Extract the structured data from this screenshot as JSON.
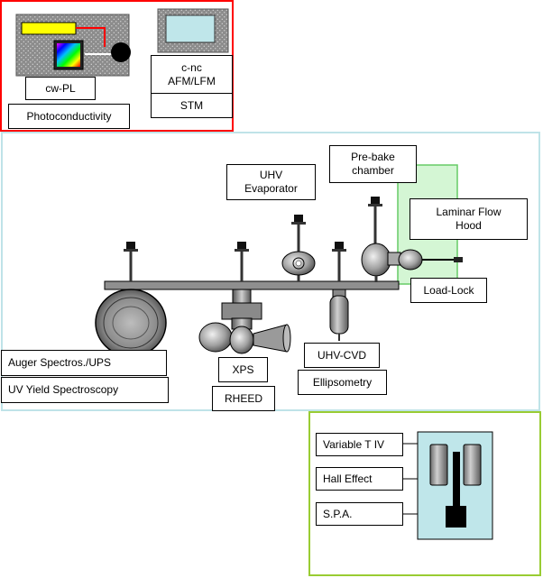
{
  "labels": {
    "cw_pl": "cw-PL",
    "photoconductivity": "Photoconductivity",
    "afm": "c-nc\nAFM/LFM",
    "stm": "STM",
    "prebake": "Pre-bake\nchamber",
    "uhv_evaporator": "UHV\nEvaporator",
    "laminar_flow_hood": "Laminar Flow\nHood",
    "load_lock": "Load-Lock",
    "auger_ups": "Auger Spectros./UPS",
    "uv_yield": "UV Yield Spectroscopy",
    "xps": "XPS",
    "rheed": "RHEED",
    "uhv_cvd": "UHV-CVD",
    "ellipsometry": "Ellipsometry",
    "variable_t_iv": "Variable T IV",
    "hall_effect": "Hall Effect",
    "spa": "S.P.A."
  },
  "colors": {
    "optics_frame": "#ff0000",
    "uhv_frame": "#bfe3e8",
    "electrical_frame": "#99cc33",
    "hood_fill": "#ccf5cc",
    "hood_border": "#66cc66",
    "probe_box": "#bfe6ea",
    "monitor_screen": "#bfe6ea",
    "laser_yellow": "#ffff00",
    "chamber_gray": "#9a9a9a"
  }
}
